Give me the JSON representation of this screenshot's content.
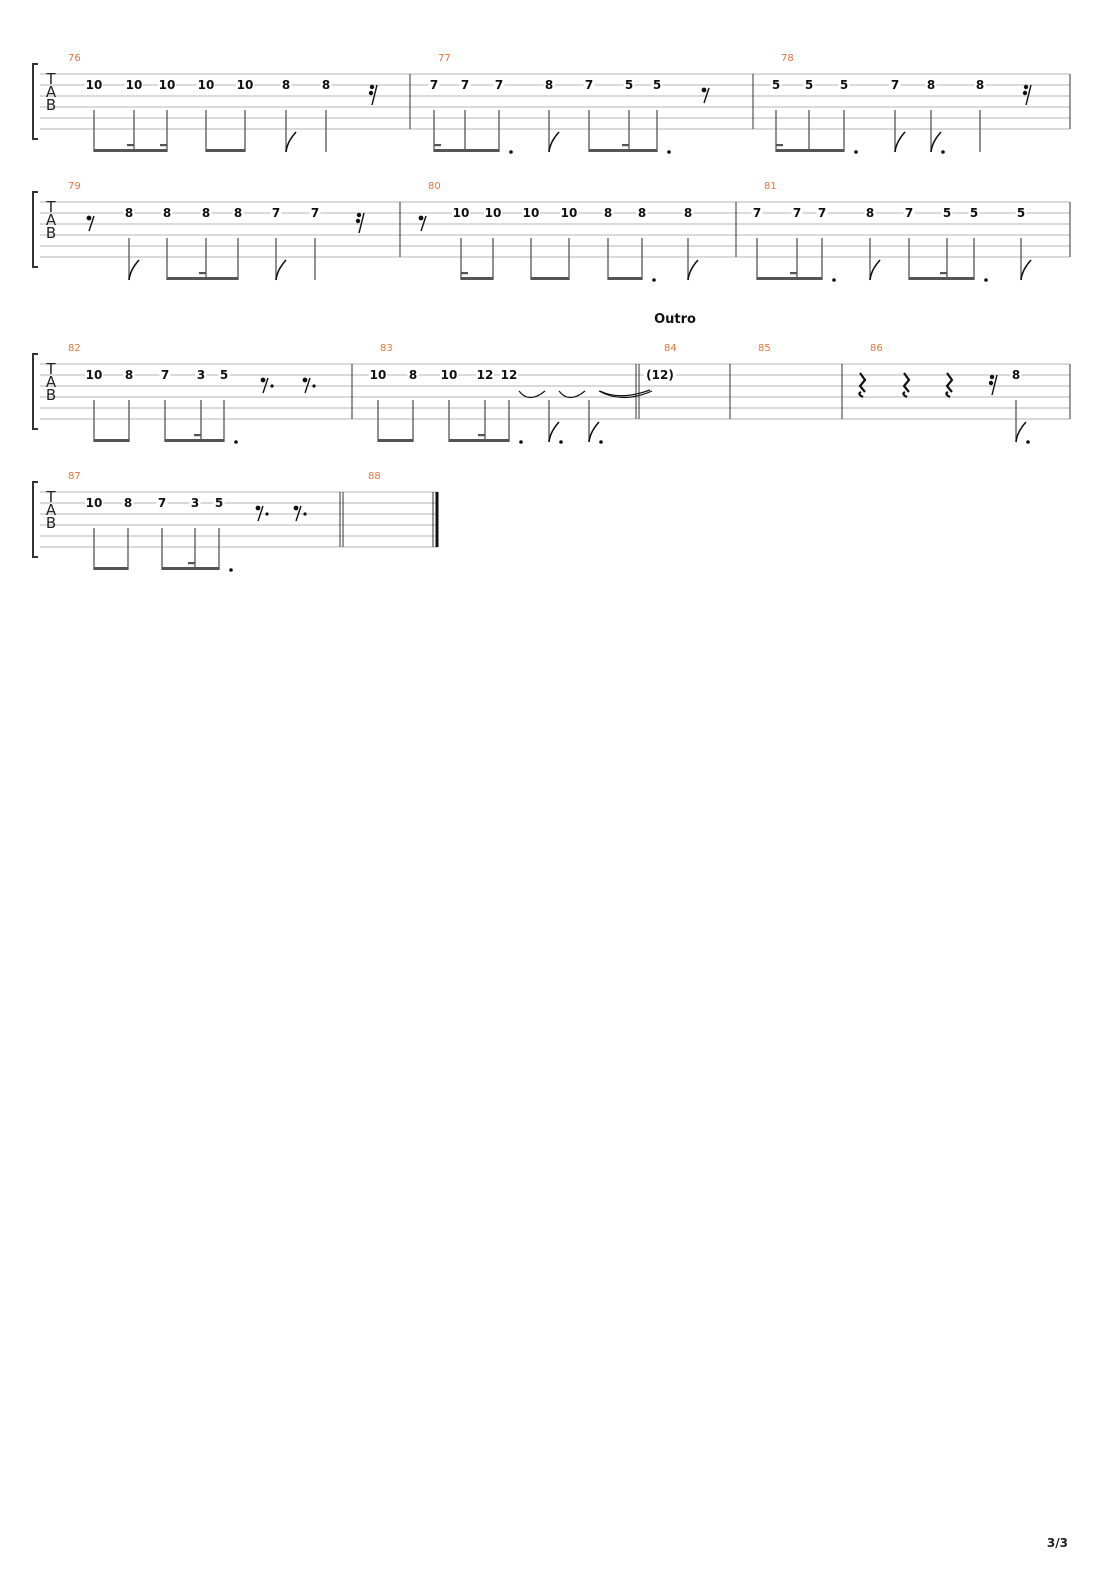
{
  "page": {
    "number": "3/3"
  },
  "tab_clef": [
    "T",
    "A",
    "B"
  ],
  "section_label": "Outro",
  "colors": {
    "measure_number": "#e8743b",
    "staff": "#9a9a9a",
    "ink": "#111111",
    "beam": "#555555"
  },
  "systems": [
    {
      "measures": [
        {
          "number": "76",
          "events": [
            {
              "kind": "note",
              "fret": "10",
              "string": 2,
              "dur": "8",
              "beamStart": true
            },
            {
              "kind": "note",
              "fret": "10",
              "string": 2,
              "dur": "16"
            },
            {
              "kind": "note",
              "fret": "10",
              "string": 2,
              "dur": "16",
              "beamEnd": true
            },
            {
              "kind": "note",
              "fret": "10",
              "string": 2,
              "dur": "8",
              "beamStart": true
            },
            {
              "kind": "note",
              "fret": "10",
              "string": 2,
              "dur": "8",
              "beamEnd": true
            },
            {
              "kind": "note",
              "fret": "8",
              "string": 2,
              "dur": "8",
              "flag": true
            },
            {
              "kind": "note",
              "fret": "8",
              "string": 2,
              "dur": "4"
            },
            {
              "kind": "rest",
              "dur": "16"
            }
          ]
        },
        {
          "number": "77",
          "events": [
            {
              "kind": "note",
              "fret": "7",
              "string": 2,
              "dur": "16",
              "beamStart": true
            },
            {
              "kind": "note",
              "fret": "7",
              "string": 2,
              "dur": "8"
            },
            {
              "kind": "note",
              "fret": "7",
              "string": 2,
              "dur": "8",
              "beamEnd": true,
              "dotted": true
            },
            {
              "kind": "note",
              "fret": "8",
              "string": 2,
              "dur": "8",
              "flag": true
            },
            {
              "kind": "note",
              "fret": "7",
              "string": 2,
              "dur": "8",
              "beamStart": true
            },
            {
              "kind": "note",
              "fret": "5",
              "string": 2,
              "dur": "16"
            },
            {
              "kind": "note",
              "fret": "5",
              "string": 2,
              "dur": "8",
              "beamEnd": true,
              "dotted": true
            },
            {
              "kind": "rest",
              "dur": "8"
            }
          ]
        },
        {
          "number": "78",
          "events": [
            {
              "kind": "note",
              "fret": "5",
              "string": 2,
              "dur": "16",
              "beamStart": true
            },
            {
              "kind": "note",
              "fret": "5",
              "string": 2,
              "dur": "8"
            },
            {
              "kind": "note",
              "fret": "5",
              "string": 2,
              "dur": "8",
              "beamEnd": true,
              "dotted": true
            },
            {
              "kind": "note",
              "fret": "7",
              "string": 2,
              "dur": "8",
              "flag": true
            },
            {
              "kind": "note",
              "fret": "8",
              "string": 2,
              "dur": "8",
              "flag": true,
              "dotted": true
            },
            {
              "kind": "note",
              "fret": "8",
              "string": 2,
              "dur": "4"
            },
            {
              "kind": "rest",
              "dur": "16"
            }
          ]
        }
      ]
    },
    {
      "measures": [
        {
          "number": "79",
          "events": [
            {
              "kind": "rest",
              "dur": "8"
            },
            {
              "kind": "note",
              "fret": "8",
              "string": 2,
              "dur": "8",
              "flag": true
            },
            {
              "kind": "note",
              "fret": "8",
              "string": 2,
              "dur": "8",
              "beamStart": true
            },
            {
              "kind": "note",
              "fret": "8",
              "string": 2,
              "dur": "16"
            },
            {
              "kind": "note",
              "fret": "8",
              "string": 2,
              "dur": "8",
              "beamEnd": true
            },
            {
              "kind": "note",
              "fret": "7",
              "string": 2,
              "dur": "8",
              "flag": true
            },
            {
              "kind": "note",
              "fret": "7",
              "string": 2,
              "dur": "4"
            },
            {
              "kind": "rest",
              "dur": "16"
            }
          ]
        },
        {
          "number": "80",
          "events": [
            {
              "kind": "rest",
              "dur": "8"
            },
            {
              "kind": "note",
              "fret": "10",
              "string": 2,
              "dur": "16",
              "beamStart": true
            },
            {
              "kind": "note",
              "fret": "10",
              "string": 2,
              "dur": "8",
              "beamEnd": true
            },
            {
              "kind": "note",
              "fret": "10",
              "string": 2,
              "dur": "8",
              "beamStart": true
            },
            {
              "kind": "note",
              "fret": "10",
              "string": 2,
              "dur": "8",
              "beamEnd": true
            },
            {
              "kind": "note",
              "fret": "8",
              "string": 2,
              "dur": "8",
              "beamStart": true
            },
            {
              "kind": "note",
              "fret": "8",
              "string": 2,
              "dur": "8",
              "beamEnd": true,
              "dotted": true
            },
            {
              "kind": "note",
              "fret": "8",
              "string": 2,
              "dur": "8",
              "flag": true
            }
          ]
        },
        {
          "number": "81",
          "events": [
            {
              "kind": "note",
              "fret": "7",
              "string": 2,
              "dur": "8",
              "beamStart": true
            },
            {
              "kind": "note",
              "fret": "7",
              "string": 2,
              "dur": "16"
            },
            {
              "kind": "note",
              "fret": "7",
              "string": 2,
              "dur": "8",
              "beamEnd": true,
              "dotted": true
            },
            {
              "kind": "note",
              "fret": "8",
              "string": 2,
              "dur": "8",
              "flag": true
            },
            {
              "kind": "note",
              "fret": "7",
              "string": 2,
              "dur": "8",
              "beamStart": true
            },
            {
              "kind": "note",
              "fret": "5",
              "string": 2,
              "dur": "16"
            },
            {
              "kind": "note",
              "fret": "5",
              "string": 2,
              "dur": "8",
              "beamEnd": true,
              "dotted": true
            },
            {
              "kind": "note",
              "fret": "5",
              "string": 2,
              "dur": "8",
              "flag": true
            }
          ]
        }
      ]
    },
    {
      "measures": [
        {
          "number": "82",
          "events": [
            {
              "kind": "note",
              "fret": "10",
              "string": 2,
              "dur": "8",
              "beamStart": true
            },
            {
              "kind": "note",
              "fret": "8",
              "string": 2,
              "dur": "8",
              "beamEnd": true
            },
            {
              "kind": "note",
              "fret": "7",
              "string": 2,
              "dur": "8",
              "beamStart": true
            },
            {
              "kind": "note",
              "fret": "3",
              "string": 2,
              "dur": "16"
            },
            {
              "kind": "note",
              "fret": "5",
              "string": 2,
              "dur": "8",
              "beamEnd": true,
              "dotted": true
            },
            {
              "kind": "rest",
              "dur": "8",
              "dotted": true
            },
            {
              "kind": "rest",
              "dur": "8",
              "dotted": true
            }
          ]
        },
        {
          "number": "83",
          "events": [
            {
              "kind": "note",
              "fret": "10",
              "string": 2,
              "dur": "8",
              "beamStart": true
            },
            {
              "kind": "note",
              "fret": "8",
              "string": 2,
              "dur": "8",
              "beamEnd": true
            },
            {
              "kind": "note",
              "fret": "10",
              "string": 2,
              "dur": "8",
              "beamStart": true
            },
            {
              "kind": "note",
              "fret": "12",
              "string": 2,
              "dur": "16"
            },
            {
              "kind": "note",
              "fret": "12",
              "string": 2,
              "dur": "8",
              "beamEnd": true,
              "dotted": true,
              "tieNext": true
            },
            {
              "kind": "tie",
              "dur": "8",
              "flag": true,
              "dotted": true,
              "tieNext": true
            },
            {
              "kind": "tie",
              "dur": "8",
              "flag": true,
              "dotted": true,
              "tieNext": true
            }
          ]
        },
        {
          "number": "84",
          "doubleBarStart": true,
          "events": [
            {
              "kind": "note",
              "fret": "(12)",
              "string": 2,
              "dur": "none"
            }
          ]
        },
        {
          "number": "85",
          "events": []
        },
        {
          "number": "86",
          "events": [
            {
              "kind": "rest",
              "dur": "4"
            },
            {
              "kind": "rest",
              "dur": "4"
            },
            {
              "kind": "rest",
              "dur": "4"
            },
            {
              "kind": "rest",
              "dur": "16"
            },
            {
              "kind": "note",
              "fret": "8",
              "string": 2,
              "dur": "8",
              "flag": true,
              "dotted": true
            }
          ]
        }
      ]
    },
    {
      "measures": [
        {
          "number": "87",
          "events": [
            {
              "kind": "note",
              "fret": "10",
              "string": 2,
              "dur": "8",
              "beamStart": true
            },
            {
              "kind": "note",
              "fret": "8",
              "string": 2,
              "dur": "8",
              "beamEnd": true
            },
            {
              "kind": "note",
              "fret": "7",
              "string": 2,
              "dur": "8",
              "beamStart": true
            },
            {
              "kind": "note",
              "fret": "3",
              "string": 2,
              "dur": "16"
            },
            {
              "kind": "note",
              "fret": "5",
              "string": 2,
              "dur": "8",
              "beamEnd": true,
              "dotted": true
            },
            {
              "kind": "rest",
              "dur": "8",
              "dotted": true
            },
            {
              "kind": "rest",
              "dur": "8",
              "dotted": true
            }
          ]
        },
        {
          "number": "88",
          "doubleBarStart": true,
          "finalBar": true,
          "events": []
        }
      ]
    }
  ]
}
